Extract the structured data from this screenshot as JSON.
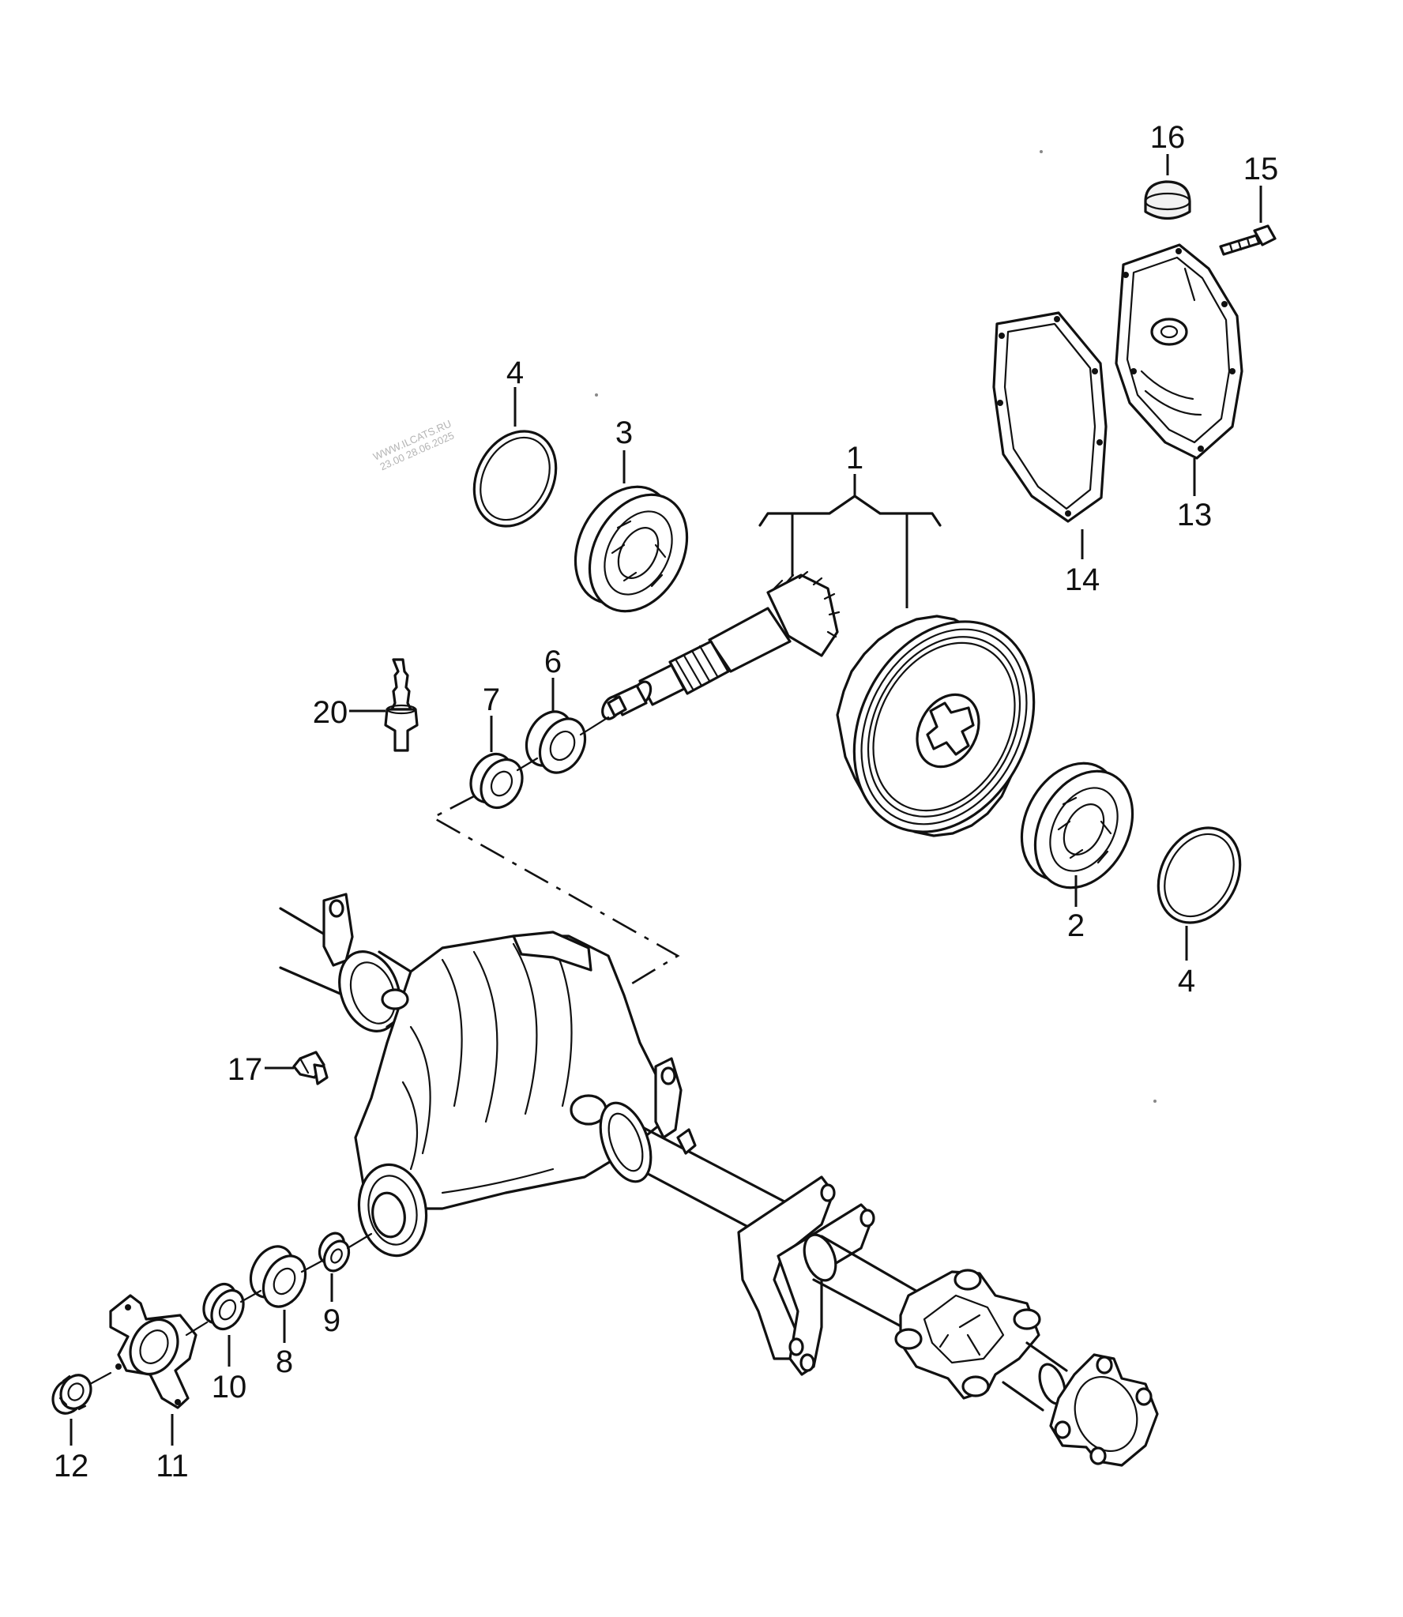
{
  "watermark": {
    "line1": "WWW.ILCATS.RU",
    "line2": "23.00 28.06.2025"
  },
  "callouts": {
    "p1": "1",
    "p2": "2",
    "p3": "3",
    "p4a": "4",
    "p4b": "4",
    "p6": "6",
    "p7": "7",
    "p8": "8",
    "p9": "9",
    "p10": "10",
    "p11": "11",
    "p12": "12",
    "p13": "13",
    "p14": "14",
    "p15": "15",
    "p16": "16",
    "p17": "17",
    "p20": "20"
  },
  "colors": {
    "line": "#111111",
    "background": "#ffffff",
    "watermark": "#b4b4b4"
  }
}
